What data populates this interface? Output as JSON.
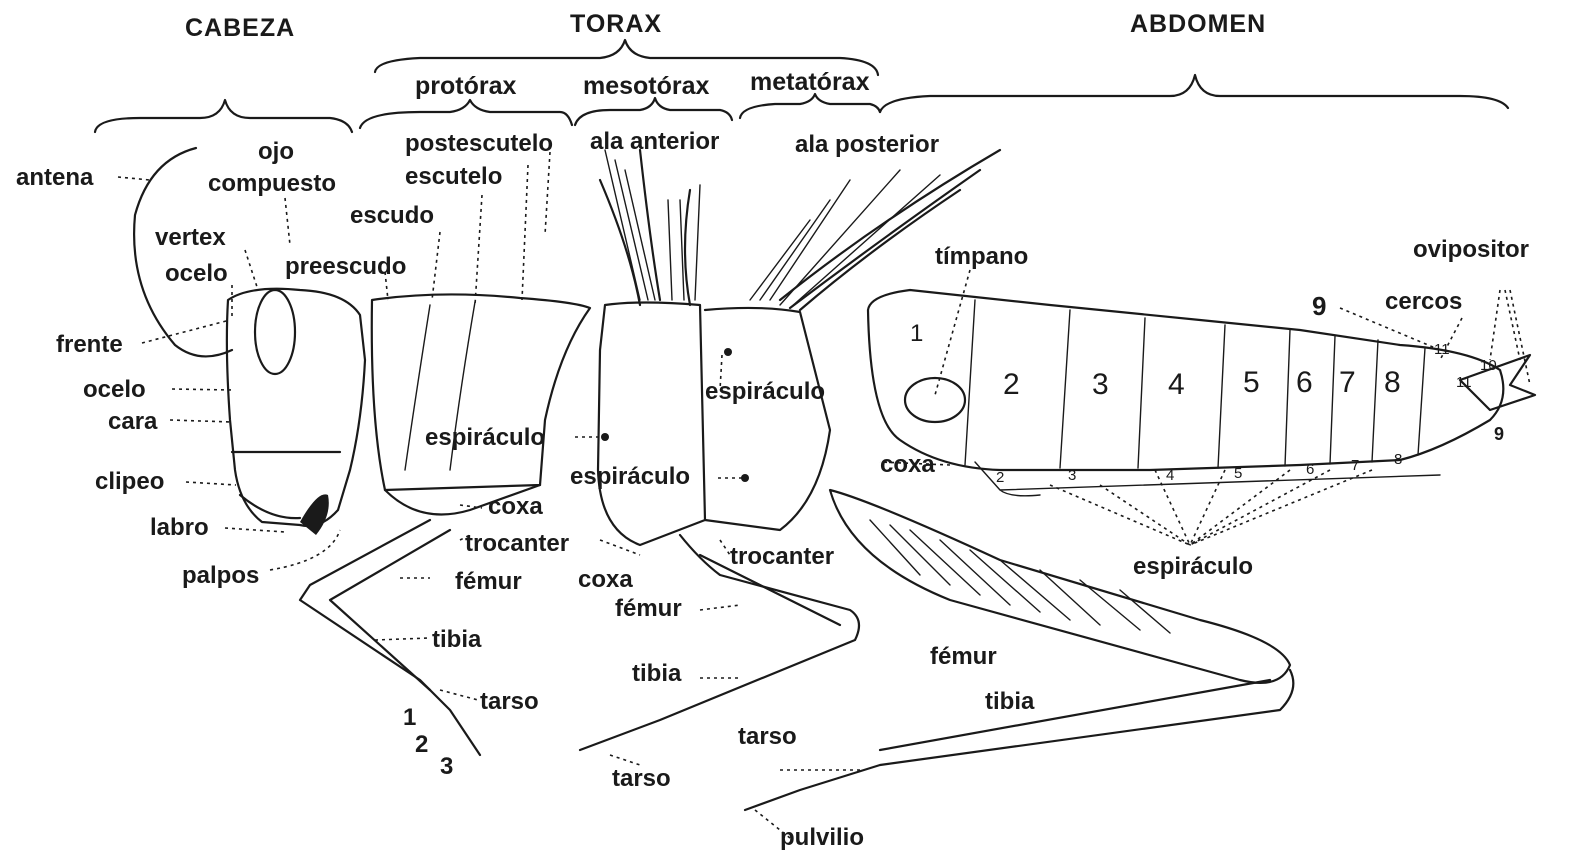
{
  "sections": {
    "head": "CABEZA",
    "thorax": "TORAX",
    "abdomen": "ABDOMEN",
    "prothorax": "protórax",
    "mesothorax": "mesotórax",
    "metathorax": "metatórax"
  },
  "labels": {
    "antena": "antena",
    "ojo": "ojo",
    "compuesto": "compuesto",
    "vertex": "vertex",
    "ocelo_top": "ocelo",
    "frente": "frente",
    "ocelo_side": "ocelo",
    "cara": "cara",
    "clipeo": "clipeo",
    "labro": "labro",
    "palpos": "palpos",
    "postescutelo": "postescutelo",
    "escutelo": "escutelo",
    "escudo": "escudo",
    "preescudo": "preescudo",
    "ala_anterior": "ala anterior",
    "ala_posterior": "ala posterior",
    "timpano": "tímpano",
    "ovipositor": "ovipositor",
    "cercos": "cercos",
    "espiraculo_1": "espiráculo",
    "espiraculo_2": "espiráculo",
    "espiraculo_3": "espiráculo",
    "espiraculo_4": "espiráculo",
    "coxa_1": "coxa",
    "coxa_2": "coxa",
    "coxa_3": "coxa",
    "trocanter_1": "trocanter",
    "trocanter_2": "trocanter",
    "femur_1": "fémur",
    "femur_2": "fémur",
    "femur_3": "fémur",
    "tibia_1": "tibia",
    "tibia_2": "tibia",
    "tibia_3": "tibia",
    "tarso_1": "tarso",
    "tarso_2": "tarso",
    "tarso_3": "tarso",
    "pulvilio": "pulvilio"
  },
  "segment_numbers": {
    "tergites": [
      "1",
      "2",
      "3",
      "4",
      "5",
      "6",
      "7",
      "8"
    ],
    "sternites": [
      "2",
      "3",
      "4",
      "5",
      "6",
      "7",
      "8"
    ],
    "tergite_9": "9",
    "sternite_9": "9",
    "tergite_10": "10",
    "tergite_11_upper": "11",
    "tergite_11_lower": "11"
  },
  "tarsal_numbers": [
    "1",
    "2",
    "3"
  ]
}
